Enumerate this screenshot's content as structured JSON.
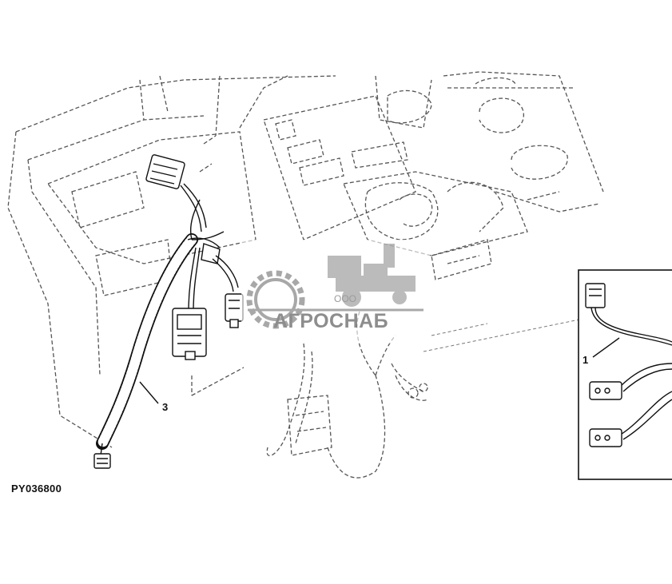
{
  "figure": {
    "id_label": "PY036800",
    "callouts": [
      {
        "number": "1"
      },
      {
        "number": "3"
      }
    ]
  },
  "watermark": {
    "company_prefix": "ООО",
    "company_name": "АГРОСНАБ"
  },
  "icons": [
    "gear-icon",
    "harvester-icon"
  ]
}
